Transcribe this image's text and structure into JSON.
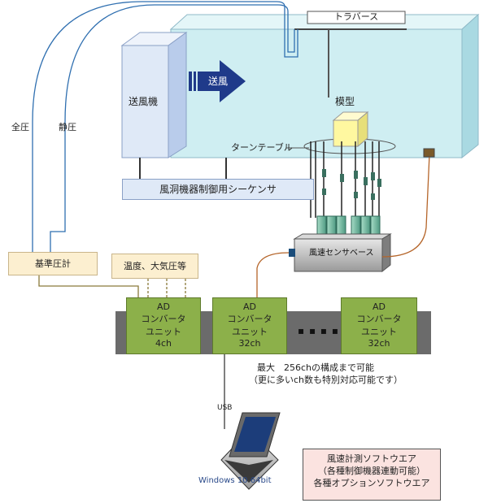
{
  "labels": {
    "traverse": "トラバース",
    "blower": "送風機",
    "wind": "送風",
    "model": "模型",
    "turntable": "ターンテーブル",
    "sequencer": "風洞機器制御用シーケンサ",
    "total_pressure": "全圧",
    "static_pressure": "静圧",
    "reference_manometer": "基準圧計",
    "env_sensors": "温度、大気圧等",
    "sensor_base": "風速センサベース",
    "usb": "USB",
    "os": "Windows 10  64bit",
    "dots": "▪ ▪ ▪ ▪"
  },
  "ad_units": [
    {
      "line1": "AD",
      "line2": "コンバータ",
      "line3": "ユニット",
      "line4": "4ch"
    },
    {
      "line1": "AD",
      "line2": "コンバータ",
      "line3": "ユニット",
      "line4": "32ch"
    },
    {
      "line1": "AD",
      "line2": "コンバータ",
      "line3": "ユニット",
      "line4": "32ch"
    }
  ],
  "note": {
    "line1": "最大　256chの構成まで可能",
    "line2": "（更に多いch数も特別対応可能です）"
  },
  "software": {
    "line1": "風速計測ソフトウエア",
    "line2": "（各種制御機器連動可能）",
    "line3": "各種オプションソフトウエア"
  },
  "colors": {
    "tunnel_fill": "#cfeef2",
    "blower_fill": "#dfe9f7",
    "arrow": "#1f3a8a",
    "ad_box": "#8cb04a",
    "ad_strip": "#6b6b6b",
    "beige": "#fcefd0",
    "model": "#fff8a0",
    "software_box": "#fbe3e0"
  }
}
